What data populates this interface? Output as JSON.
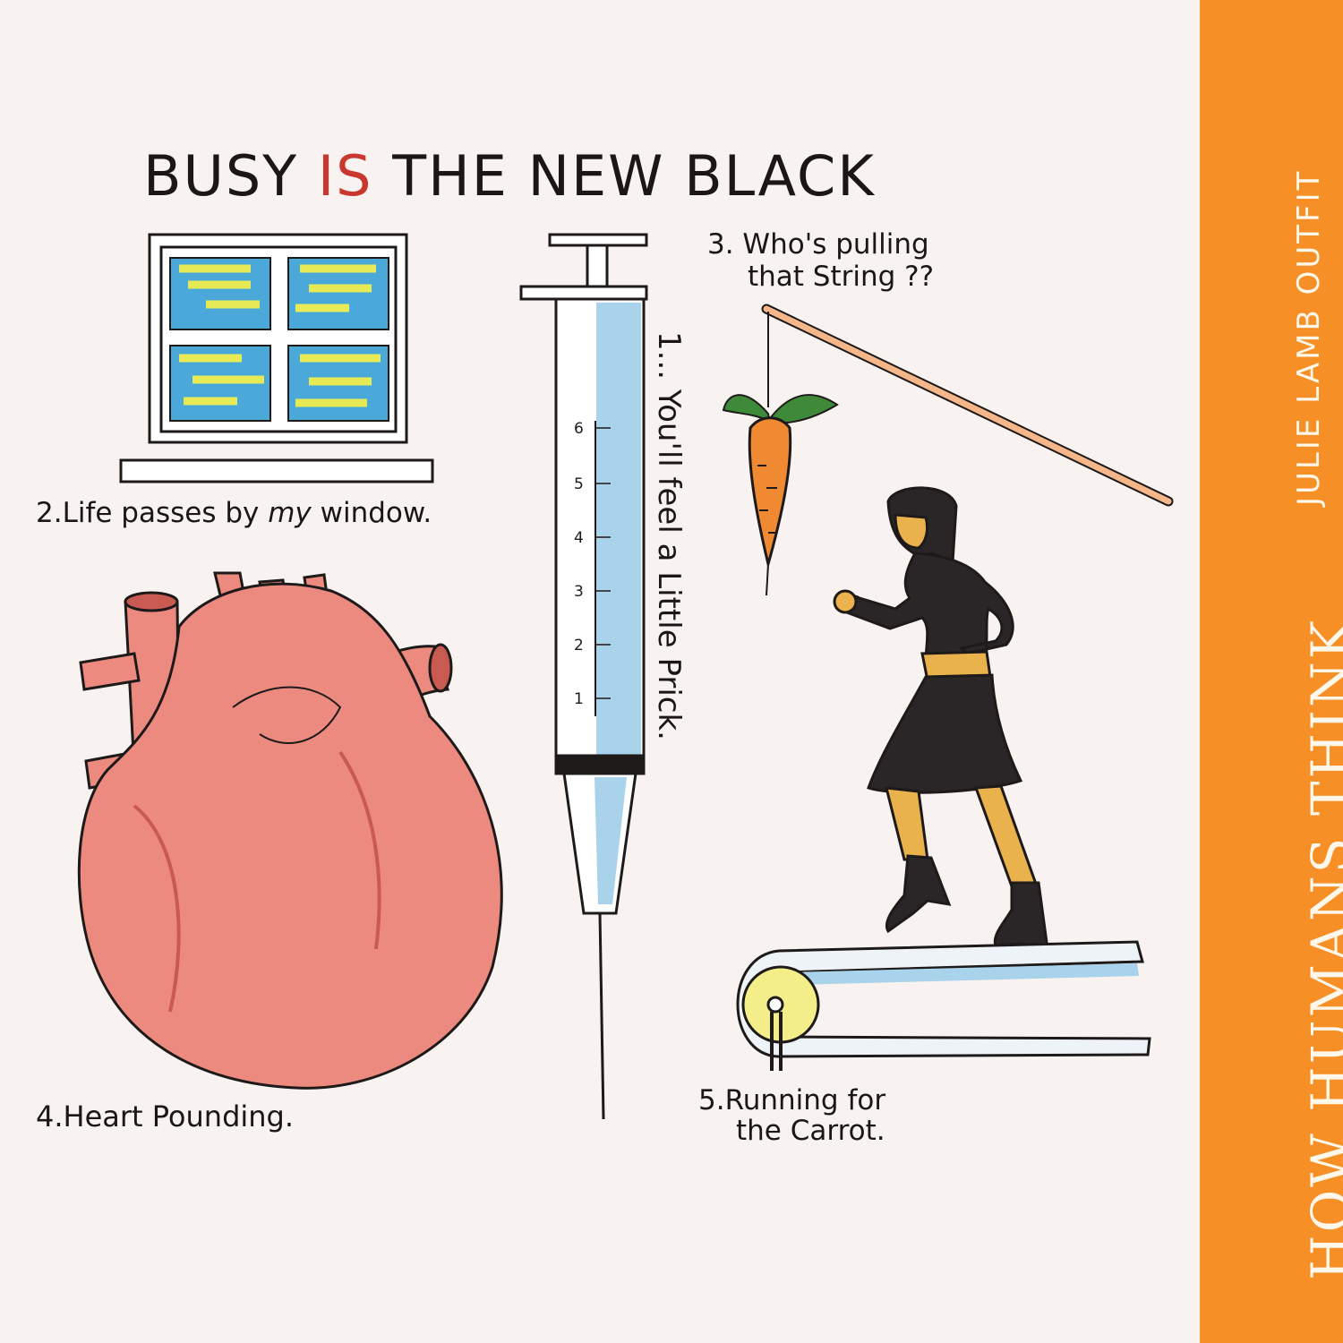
{
  "poster": {
    "title_pre": "BUSY ",
    "title_red": "IS",
    "title_post": " THE NEW BLACK",
    "caption_prick": "1... You'll feel a Little Prick.",
    "caption_window_pre": "2.Life passes by ",
    "caption_window_em": "my",
    "caption_window_post": " window.",
    "caption_string_line1": "3. Who's pulling",
    "caption_string_line2": "that String ??",
    "caption_heart": "4.Heart Pounding.",
    "caption_carrot_line1": "5.Running for",
    "caption_carrot_line2": "the Carrot.",
    "syringe_scale": [
      "6",
      "5",
      "4",
      "3",
      "2",
      "1"
    ]
  },
  "sidebar": {
    "title": "HOW HUMANS THINK",
    "author": "JULIE LAMB OUTFIT"
  },
  "colors": {
    "paper": "#f8f2f0",
    "sidebar_orange": "#f78f27",
    "ink": "#1e1a1a",
    "accent_red": "#c9372f",
    "heart_pink": "#ec8a80",
    "syringe_blue": "#a9d3ea",
    "carrot_orange": "#f08a32",
    "leaf_green": "#3e8a3a",
    "skin_tone": "#e9b24d",
    "dress_black": "#2a2628"
  }
}
